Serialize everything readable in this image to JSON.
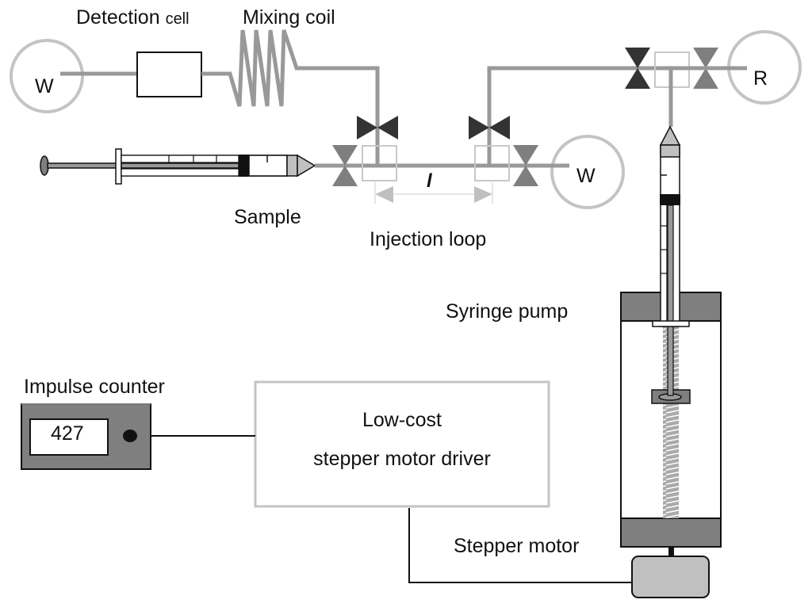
{
  "diagram": {
    "type": "flow-injection-schematic",
    "labels": {
      "detection_cell_main": "Detection ",
      "detection_cell_sub": "cell",
      "mixing_coil": "Mixing coil",
      "sample": "Sample",
      "injection_loop": "Injection loop",
      "loop_length_symbol": "l",
      "syringe_pump": "Syringe pump",
      "impulse_counter": "Impulse counter",
      "driver_line1": "Low-cost",
      "driver_line2": "stepper motor driver",
      "stepper_motor": "Stepper motor",
      "waste_left": "W",
      "waste_right": "W",
      "reagent": "R"
    },
    "counter_display": "427",
    "colors": {
      "tubing": "#999999",
      "reservoir_ring": "#c4c4c4",
      "valve_closed": "#333333",
      "valve_open": "#7f7f7f",
      "pump_block": "#7f7f7f",
      "motor": "#c0c0c0",
      "counter_body": "#7f7f7f"
    }
  }
}
